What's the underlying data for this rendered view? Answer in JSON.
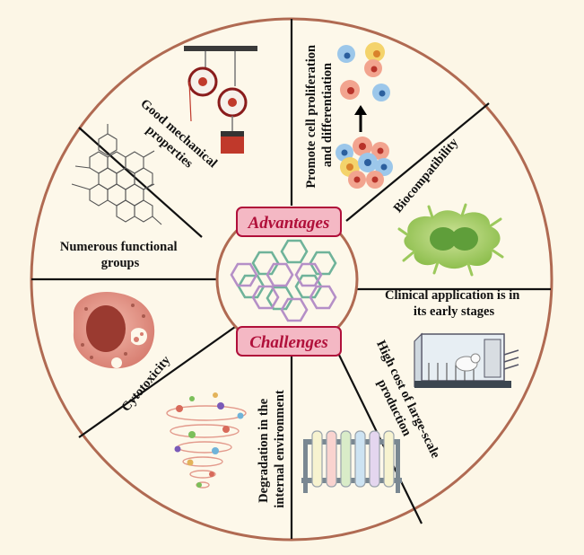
{
  "colors": {
    "background": "#fcf6e6",
    "ring": "#b06a52",
    "label_box_fill": "#f4b8c4",
    "label_box_stroke": "#b0103a",
    "header_text": "#b0103a",
    "hex_green": "#6fb39a",
    "hex_purple": "#b58fc7"
  },
  "center": {
    "advantages_label": "Advantages",
    "challenges_label": "Challenges"
  },
  "segments": {
    "mechanical": {
      "line1": "Good mechanical",
      "line2": "properties",
      "icon": "pulley-weight-icon"
    },
    "proliferation": {
      "line1": "Promote cell proliferation",
      "line2": "and differentiation",
      "icon": "cell-cluster-icon"
    },
    "biocompatibility": {
      "line1": "Biocompatibility",
      "icon": "dividing-cell-icon"
    },
    "functional_groups": {
      "line1": "Numerous functional",
      "line2": "groups",
      "icon": "molecular-structure-icon"
    },
    "clinical": {
      "line1": "Clinical application is in",
      "line2": "its early stages",
      "icon": "mouse-cage-icon"
    },
    "cost": {
      "line1": "High cost of large-scale",
      "line2": "production",
      "icon": "test-tube-rack-icon"
    },
    "degradation": {
      "line1": "Degradation in the",
      "line2": "internal environment",
      "icon": "spiral-degradation-icon"
    },
    "cytotoxicity": {
      "line1": "Cytotoxicity",
      "icon": "damaged-cell-icon"
    }
  }
}
